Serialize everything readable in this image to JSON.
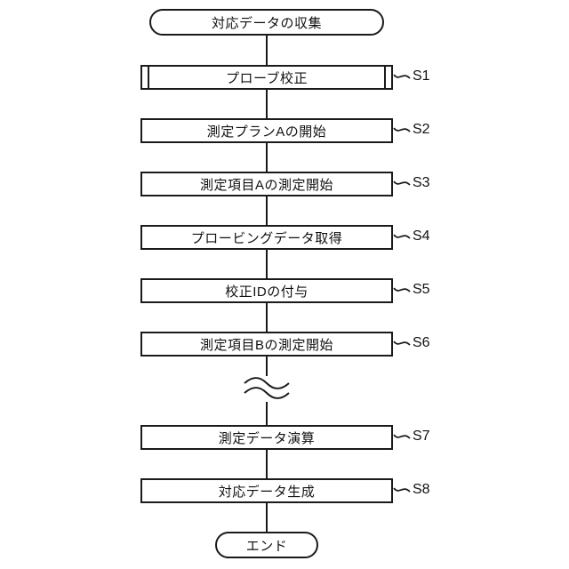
{
  "start": {
    "label": "対応データの収集"
  },
  "end": {
    "label": "エンド"
  },
  "steps": [
    {
      "id": "S1",
      "label": "プローブ校正"
    },
    {
      "id": "S2",
      "label": "測定プランAの開始"
    },
    {
      "id": "S3",
      "label": "測定項目Aの測定開始"
    },
    {
      "id": "S4",
      "label": "プロービングデータ取得"
    },
    {
      "id": "S5",
      "label": "校正IDの付与"
    },
    {
      "id": "S6",
      "label": "測定項目Bの測定開始"
    },
    {
      "id": "S7",
      "label": "測定データ演算"
    },
    {
      "id": "S8",
      "label": "対応データ生成"
    }
  ],
  "colors": {
    "line": "#1a1a1a",
    "background": "#ffffff"
  }
}
